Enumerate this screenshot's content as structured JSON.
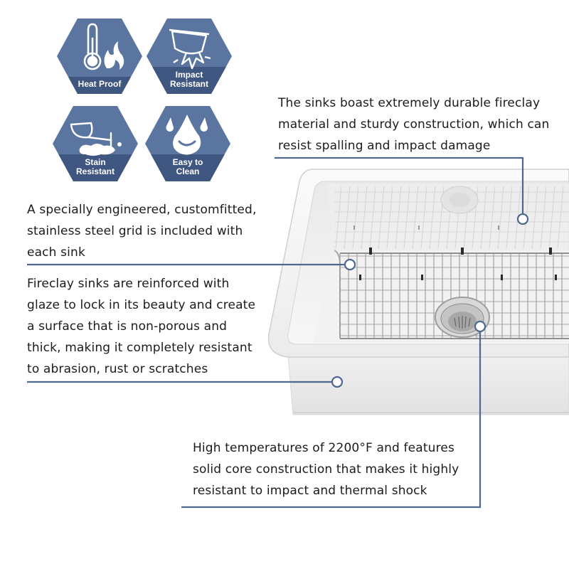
{
  "colors": {
    "badge_fill": "#5a76a0",
    "badge_band": "#3f5680",
    "leader_line": "#4e6890",
    "text": "#1b1b1b"
  },
  "badges": [
    {
      "label_lines": [
        "Heat Proof"
      ],
      "icon": "thermometer-flame-icon"
    },
    {
      "label_lines": [
        "Impact",
        "Resistant"
      ],
      "icon": "impact-pot-icon"
    },
    {
      "label_lines": [
        "Stain",
        "Resistant"
      ],
      "icon": "wine-glass-spill-icon"
    },
    {
      "label_lines": [
        "Easy to",
        "Clean"
      ],
      "icon": "water-drops-icon"
    }
  ],
  "callouts": {
    "durable": {
      "lines": [
        "The sinks boast extremely durable fireclay",
        "material and sturdy construction, which can",
        "resist spalling and impact damage"
      ]
    },
    "grid": {
      "lines": [
        "A specially engineered, customfitted,",
        "stainless steel grid is included with",
        "each sink"
      ]
    },
    "glaze": {
      "lines": [
        "Fireclay sinks are reinforced with",
        "glaze to lock in its beauty and create",
        "a surface that is non-porous and",
        "thick, making it completely resistant",
        "to abrasion, rust or scratches"
      ]
    },
    "temperature": {
      "lines": [
        "High temperatures of 2200°F and features",
        "solid core construction that makes it highly",
        "resistant to impact and thermal shock"
      ]
    }
  }
}
